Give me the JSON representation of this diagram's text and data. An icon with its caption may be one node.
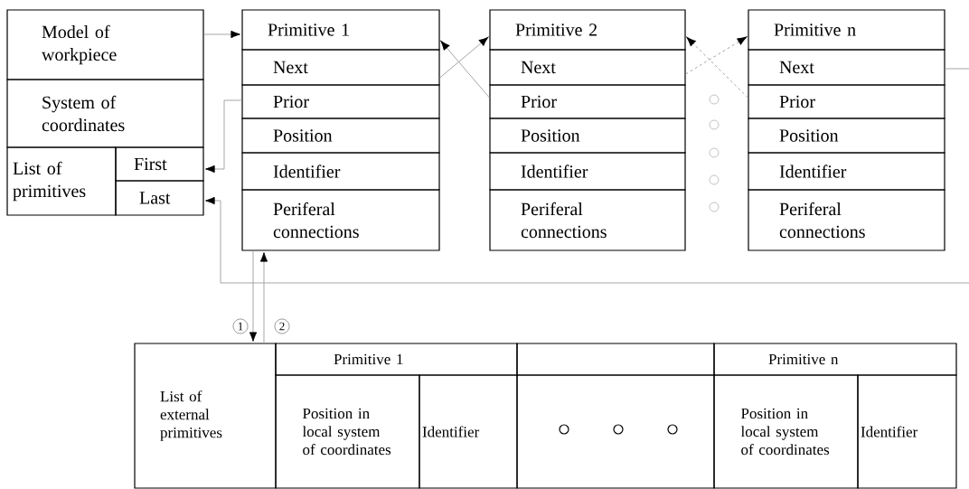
{
  "diagram": {
    "nodes": [
      {
        "text": [
          "Model of workpiece"
        ]
      },
      {
        "text": [
          "System of coordinates"
        ]
      },
      {
        "text": [
          "List of primitives"
        ]
      },
      {
        "text": [
          "First"
        ]
      },
      {
        "text": [
          "Last"
        ]
      },
      {
        "text": [
          "Primitive 1"
        ]
      },
      {
        "text": [
          "Next"
        ]
      },
      {
        "text": [
          "Prior"
        ]
      },
      {
        "text": [
          "Position"
        ]
      },
      {
        "text": [
          "Identifier"
        ]
      },
      {
        "text": [
          "Periferal connections"
        ]
      },
      {
        "text": [
          "Primitive 2"
        ]
      },
      {
        "text": [
          "Next"
        ]
      },
      {
        "text": [
          "Prior"
        ]
      },
      {
        "text": [
          "Position"
        ]
      },
      {
        "text": [
          "Identifier"
        ]
      },
      {
        "text": [
          "Periferal connections"
        ]
      },
      {
        "text": [
          "Primitive n"
        ]
      },
      {
        "text": [
          "Next"
        ]
      },
      {
        "text": [
          "Prior"
        ]
      },
      {
        "text": [
          "Position"
        ]
      },
      {
        "text": [
          "Identifier"
        ]
      },
      {
        "text": [
          "Periferal connections"
        ]
      },
      {
        "text": [
          "List of external primitives"
        ]
      },
      {
        "text": [
          "Primitive 1"
        ]
      },
      {
        "text": [
          "Position in local system of coordinates"
        ]
      },
      {
        "text": [
          "Identifier"
        ]
      },
      {
        "text": [],
        "shape": "box"
      },
      {
        "text": [],
        "shape": "box"
      },
      {
        "text": [
          "Primitive n"
        ]
      },
      {
        "text": [
          "Position in local system of coordinates"
        ]
      },
      {
        "text": [
          "Identifier"
        ]
      }
    ],
    "edges": [
      {
        "from": 0,
        "to": 5,
        "arrow": "to"
      },
      {
        "from": 6,
        "to": 11,
        "arrow": "to"
      },
      {
        "from": 13,
        "to": 5,
        "arrow": "to"
      },
      {
        "from": 12,
        "to": 17,
        "arrow": "to",
        "style": "dashed"
      },
      {
        "from": 19,
        "to": 11,
        "arrow": "to",
        "style": "dashed"
      },
      {
        "from": 7,
        "to": 3,
        "arrow": "to"
      },
      {
        "from": 18,
        "to": null,
        "arrow": "none"
      },
      {
        "from": null,
        "to": 4,
        "arrow": "to"
      },
      {
        "from": 10,
        "to": 23,
        "arrow": "to",
        "label": "1"
      },
      {
        "from": 23,
        "to": 10,
        "arrow": "to",
        "label": "2"
      }
    ]
  }
}
